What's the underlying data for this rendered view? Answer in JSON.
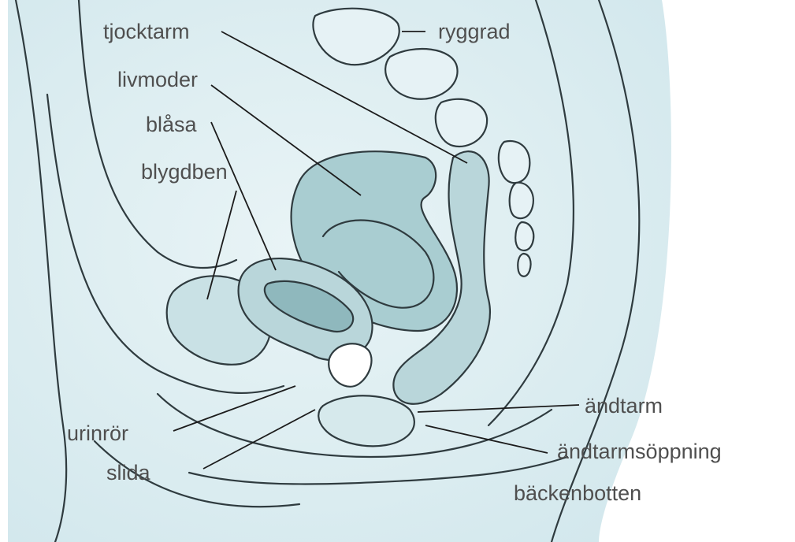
{
  "labels": {
    "tjocktarm": "tjocktarm",
    "ryggrad": "ryggrad",
    "livmoder": "livmoder",
    "blasa": "blåsa",
    "blygdben": "blygdben",
    "urinror": "urinrör",
    "slida": "slida",
    "andtarm": "ändtarm",
    "andtarmsoppning": "ändtarmsöppning",
    "backenbotten": "bäckenbotten"
  },
  "colors": {
    "background": "#dfeff3",
    "organ_fill": "#b9d6da",
    "organ_dark": "#9cc0c4",
    "outline": "#2f3b3f",
    "label_text": "#4f4f4f"
  }
}
